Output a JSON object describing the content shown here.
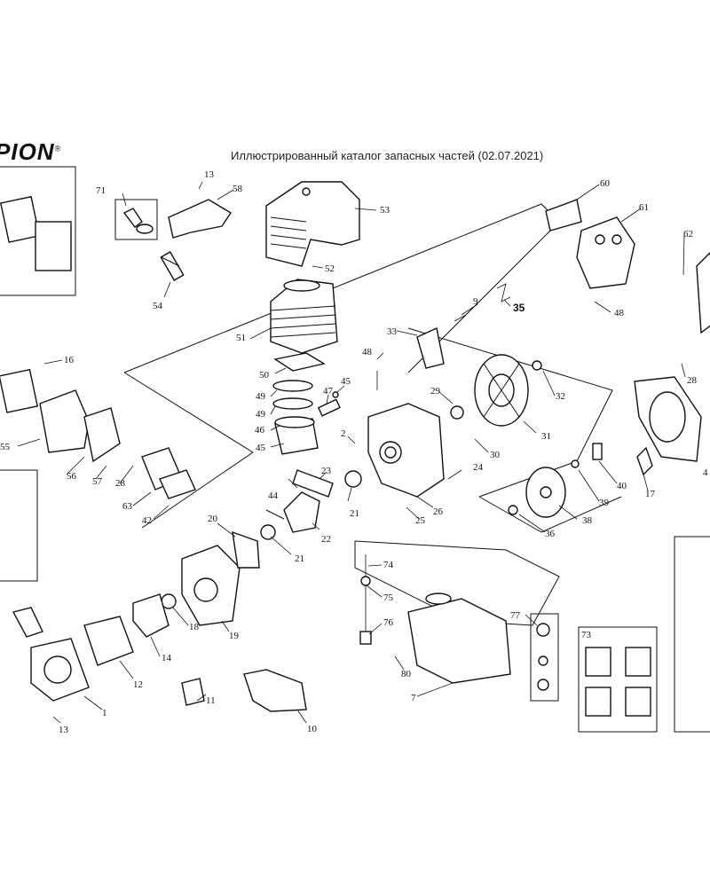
{
  "brand": {
    "text": "PION",
    "mark": "®"
  },
  "header": {
    "title": "Иллюстрированный каталог запасных частей (02.07.2021)"
  },
  "callouts": {
    "c1": "1",
    "c2": "2",
    "c7": "7",
    "c9": "9",
    "c10": "10",
    "c11": "11",
    "c12": "12",
    "c13a": "13",
    "c13b": "13",
    "c14": "14",
    "c16": "16",
    "c17": "17",
    "c18": "18",
    "c19": "19",
    "c20": "20",
    "c21a": "21",
    "c21b": "21",
    "c22": "22",
    "c23": "23",
    "c24": "24",
    "c25": "25",
    "c26": "26",
    "c28a": "28",
    "c28b": "28",
    "c29": "29",
    "c30": "30",
    "c31": "31",
    "c32": "32",
    "c33": "33",
    "c35": "35",
    "c36": "36",
    "c38": "38",
    "c39": "39",
    "c4": "4",
    "c40": "40",
    "c42": "42",
    "c44": "44",
    "c45a": "45",
    "c45b": "45",
    "c46": "46",
    "c47": "47",
    "c48a": "48",
    "c48b": "48",
    "c49a": "49",
    "c49b": "49",
    "c50": "50",
    "c51": "51",
    "c52": "52",
    "c53": "53",
    "c54": "54",
    "c55": "55",
    "c56": "56",
    "c57": "57",
    "c58": "58",
    "c60": "60",
    "c61": "61",
    "c62": "62",
    "c63": "63",
    "c71": "71",
    "c73": "73",
    "c74": "74",
    "c75": "75",
    "c76": "76",
    "c77": "77",
    "c80": "80"
  }
}
